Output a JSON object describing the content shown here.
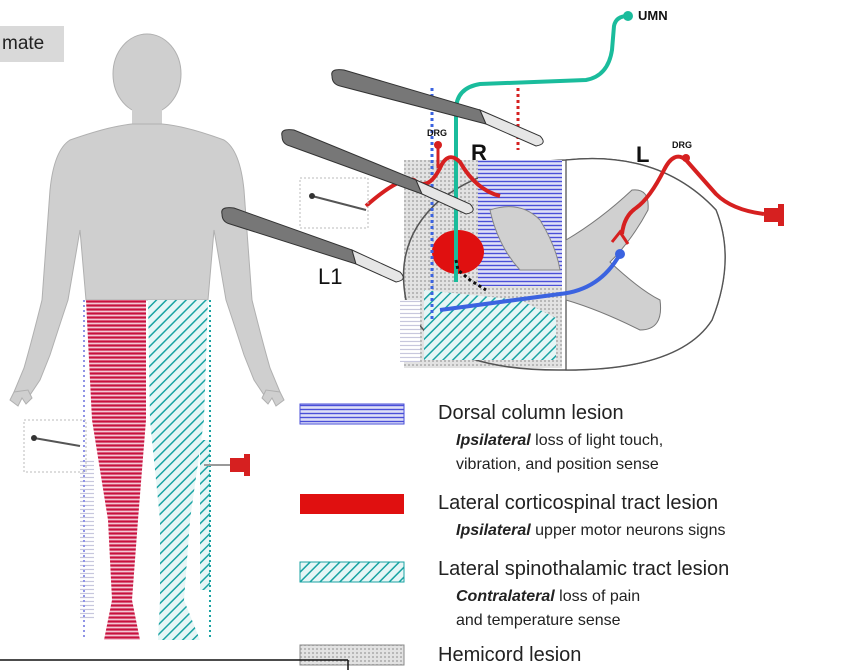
{
  "corner_label": "mate",
  "labels": {
    "umn": "UMN",
    "r": "R",
    "l": "L",
    "l1": "L1",
    "drg_left": "DRG",
    "drg_right": "DRG"
  },
  "legend": [
    {
      "title": "Dorsal column lesion",
      "emph": "Ipsilateral",
      "rest1": " loss of light touch,",
      "line2": "vibration, and position sense",
      "color": "#4a4fd8"
    },
    {
      "title": "Lateral corticospinal tract lesion",
      "emph": "Ipsilateral",
      "rest1": " upper motor neurons signs",
      "line2": "",
      "color": "#e01010"
    },
    {
      "title": "Lateral spinothalamic tract lesion",
      "emph": "Contralateral",
      "rest1": " loss of pain",
      "line2": "and temperature sense",
      "color": "#1aa3a3"
    },
    {
      "title": "Hemicord lesion",
      "emph": "",
      "rest1": "",
      "line2": "",
      "color": "#bdbdbd"
    }
  ],
  "colors": {
    "dorsal": "#4a4fd8",
    "corticospinal": "#e01010",
    "spinothalamic": "#1aa3a3",
    "hemicord": "#bdbdbd",
    "body": "#cfcfcf",
    "umn_tract": "#1abc9c",
    "sensory": "#d62020",
    "pain_fiber": "#3b63e0"
  }
}
